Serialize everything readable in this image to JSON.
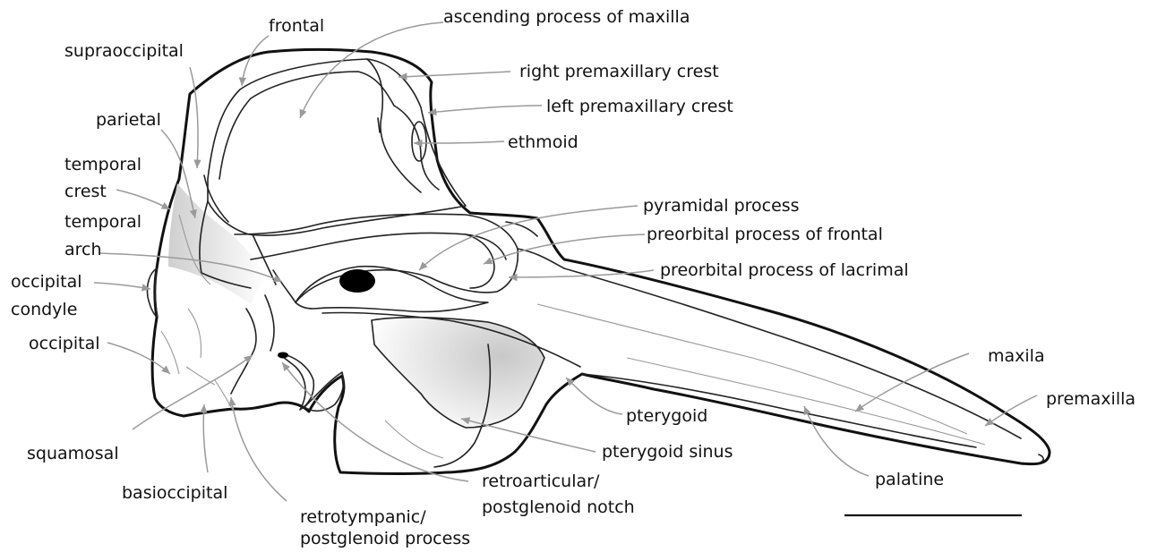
{
  "figure": {
    "labels": {
      "frontal": "frontal",
      "ascending_process_of_maxilla": "ascending process of maxilla",
      "supraoccipital": "supraoccipital",
      "right_premaxillary_crest": "right premaxillary crest",
      "left_premaxillary_crest": "left premaxillary crest",
      "parietal": "parietal",
      "ethmoid": "ethmoid",
      "temporal_crest_1": "temporal",
      "temporal_crest_2": "crest",
      "temporal_arch_1": "temporal",
      "temporal_arch_2": "arch",
      "pyramidal_process": "pyramidal process",
      "preorbital_process_of_frontal": "preorbital process of frontal",
      "preorbital_process_of_lacrimal": "preorbital process of lacrimal",
      "occipital_condyle_1": "occipital",
      "occipital_condyle_2": "condyle",
      "occipital": "occipital",
      "maxila": "maxila",
      "premaxilla": "premaxilla",
      "pterygoid": "pterygoid",
      "squamosal": "squamosal",
      "pterygoid_sinus": "pterygoid sinus",
      "retroarticular_1": "retroarticular/",
      "retroarticular_2": "postglenoid notch",
      "palatine": "palatine",
      "basioccipital": "basioccipital",
      "retrotympanic_1": "retrotympanic/",
      "retrotympanic_2": "postglenoid process"
    },
    "colors": {
      "line": "#111111",
      "leader": "#9a9a9a",
      "shade": "#d0d0d0"
    }
  }
}
